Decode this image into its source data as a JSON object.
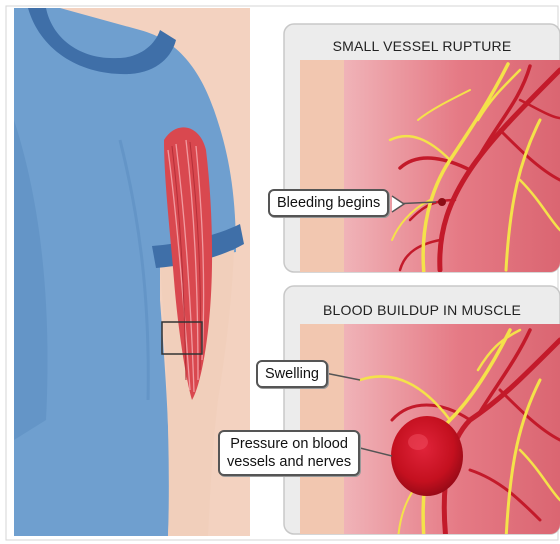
{
  "panels": {
    "top": {
      "title": "SMALL VESSEL RUPTURE"
    },
    "bottom": {
      "title": "BLOOD BUILDUP IN MUSCLE"
    }
  },
  "callouts": {
    "bleeding": "Bleeding begins",
    "swelling": "Swelling",
    "pressure_line1": "Pressure on blood",
    "pressure_line2": "vessels and nerves"
  },
  "colors": {
    "shirt": "#6f9fcf",
    "shirt_trim": "#3f6fa8",
    "skin": "#f1cfbb",
    "muscle": "#d9484f",
    "blood_vessel": "#c31a2a",
    "nerve": "#f4e24a",
    "panel_bg": "#ededed",
    "tissue": "#e8858f"
  }
}
